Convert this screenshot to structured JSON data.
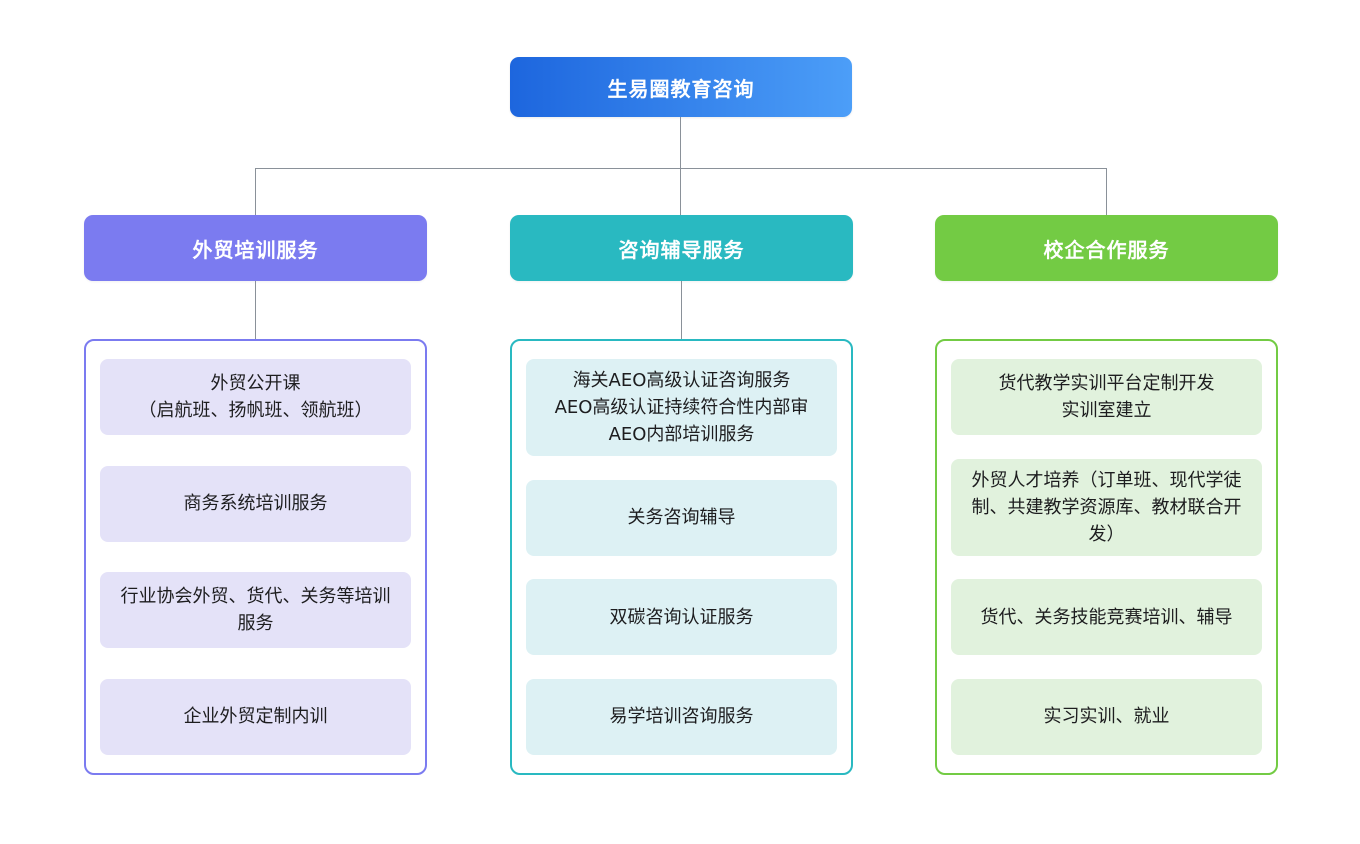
{
  "page": {
    "background_color": "#ffffff",
    "connector_color": "#8a9199"
  },
  "root": {
    "label": "生易圈教育咨询",
    "gradient_from": "#1d66de",
    "gradient_to": "#4c9ef8",
    "text_color": "#ffffff"
  },
  "branches": [
    {
      "label": "外贸培训服务",
      "accent_color": "#7b7bf0",
      "item_bg_color": "#e4e2f8",
      "has_connector_to_container": true,
      "items": [
        "外贸公开课\n（启航班、扬帆班、领航班）",
        "商务系统培训服务",
        "行业协会外贸、货代、关务等培训服务",
        "企业外贸定制内训"
      ]
    },
    {
      "label": "咨询辅导服务",
      "accent_color": "#29b9c1",
      "item_bg_color": "#ddf1f4",
      "has_connector_to_container": true,
      "items": [
        "海关AEO高级认证咨询服务\nAEO高级认证持续符合性内部审\nAEO内部培训服务",
        "关务咨询辅导",
        "双碳咨询认证服务",
        "易学培训咨询服务"
      ]
    },
    {
      "label": "校企合作服务",
      "accent_color": "#73cb44",
      "item_bg_color": "#e1f2dd",
      "has_connector_to_container": false,
      "items": [
        "货代教学实训平台定制开发\n实训室建立",
        "外贸人才培养（订单班、现代学徒制、共建教学资源库、教材联合开发）",
        "货代、关务技能竞赛培训、辅导",
        "实习实训、就业"
      ]
    }
  ]
}
